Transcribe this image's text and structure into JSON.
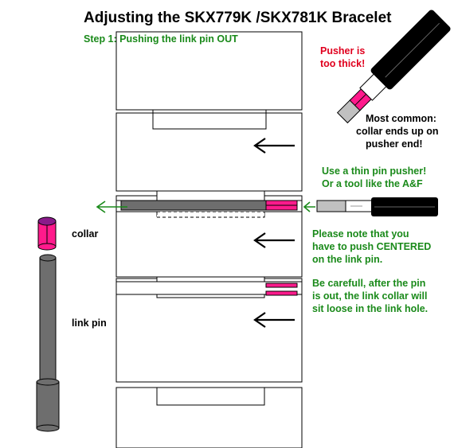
{
  "title": "Adjusting the SKX779K /SKX781K Bracelet",
  "step_label": "Step 1: Pushing the link pin OUT",
  "warning": {
    "line1": "Pusher is",
    "line2": "too thick!"
  },
  "common": {
    "line1": "Most common:",
    "line2": "collar ends up on",
    "line3": "pusher end!"
  },
  "tip": {
    "line1": "Use a thin pin pusher!",
    "line2": "Or a tool like the A&F"
  },
  "note_center": {
    "line1": "Please note that you",
    "line2": "have to push CENTERED",
    "line3": "on the link pin."
  },
  "note_careful": {
    "line1": "Be carefull, after the pin",
    "line2": "is out, the link collar will",
    "line3": "sit loose in the link hole."
  },
  "labels": {
    "collar": "collar",
    "link_pin": "link pin"
  },
  "colors": {
    "green_text": "#1a8a1a",
    "red_text": "#e0001e",
    "magenta": "#ff1a8c",
    "collar_top": "#8a1a8a",
    "pin_gray": "#6e6e6e",
    "pusher_black": "#000000",
    "pusher_tip": "#c0c0c0"
  }
}
